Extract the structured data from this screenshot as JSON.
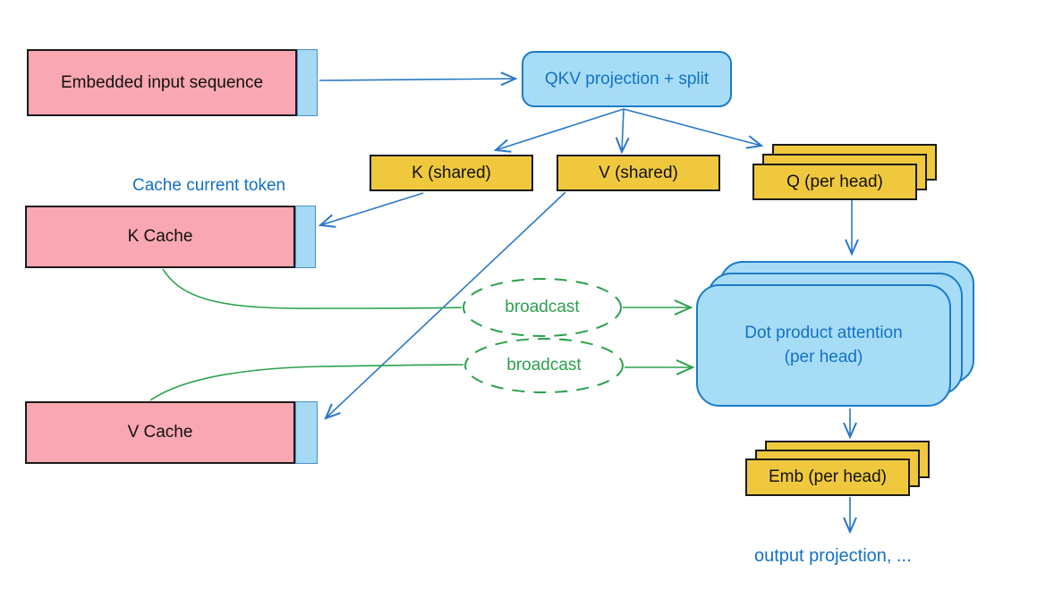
{
  "nodes": {
    "embedded_input": {
      "label": "Embedded input sequence"
    },
    "qkv_projection": {
      "label": "QKV projection + split"
    },
    "k_shared": {
      "label": "K (shared)"
    },
    "v_shared": {
      "label": "V (shared)"
    },
    "q_per_head": {
      "label": "Q (per head)"
    },
    "k_cache": {
      "label": "K Cache"
    },
    "v_cache": {
      "label": "V Cache"
    },
    "broadcast_top": {
      "label": "broadcast"
    },
    "broadcast_bottom": {
      "label": "broadcast"
    },
    "attention": {
      "line1": "Dot product attention",
      "line2": "(per head)"
    },
    "emb_per_head": {
      "label": "Emb (per head)"
    }
  },
  "annotations": {
    "cache_note": "Cache current token",
    "output_note": "output projection, ..."
  },
  "edges": [
    {
      "from": "embedded_input",
      "to": "qkv_projection",
      "color": "blue"
    },
    {
      "from": "qkv_projection",
      "to": "k_shared",
      "color": "blue"
    },
    {
      "from": "qkv_projection",
      "to": "v_shared",
      "color": "blue"
    },
    {
      "from": "qkv_projection",
      "to": "q_per_head",
      "color": "blue"
    },
    {
      "from": "k_shared",
      "to": "k_cache",
      "color": "blue"
    },
    {
      "from": "v_shared",
      "to": "v_cache",
      "color": "blue"
    },
    {
      "from": "k_cache",
      "to": "broadcast_top",
      "color": "green"
    },
    {
      "from": "v_cache",
      "to": "broadcast_bottom",
      "color": "green"
    },
    {
      "from": "broadcast_top",
      "to": "attention",
      "color": "green"
    },
    {
      "from": "broadcast_bottom",
      "to": "attention",
      "color": "green"
    },
    {
      "from": "q_per_head",
      "to": "attention",
      "color": "blue"
    },
    {
      "from": "attention",
      "to": "emb_per_head",
      "color": "blue"
    },
    {
      "from": "emb_per_head",
      "to": "output_projection",
      "color": "blue"
    }
  ],
  "colors": {
    "pink_fill": "#f9a7b2",
    "strip_fill": "#a5d9f4",
    "strip_border": "#4a90c8",
    "blue_box_fill": "#a7dcf7",
    "blue_border": "#1b7bca",
    "blue_text": "#1470c4",
    "blue_arrow": "#2878c8",
    "yellow_fill": "#efc83e",
    "dark_border": "#1a1a1a",
    "green": "#2ca04c",
    "background": "#ffffff"
  }
}
